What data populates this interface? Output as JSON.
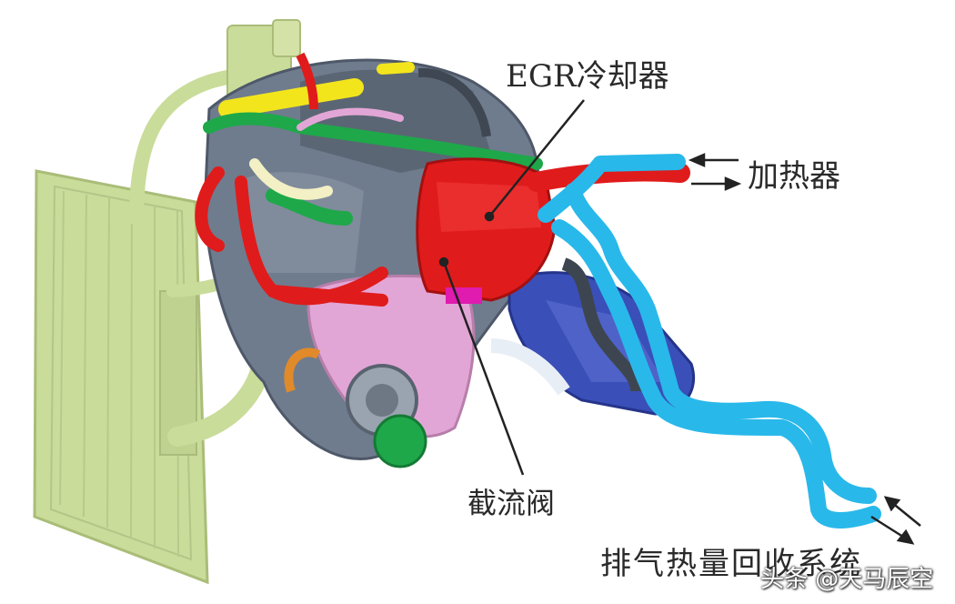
{
  "labels": {
    "egr_cooler": "EGR冷却器",
    "heater": "加热器",
    "throttle_valve": "截流阀",
    "exhaust_heat_recovery": "排气热量回收系统"
  },
  "watermark": "头条 @天马辰空",
  "colors": {
    "radiator": "#c9dc9a",
    "egr_cooler": "#e01b1b",
    "heater_hose": "#29b8ea",
    "engine_body": "#6f7c8e",
    "engine_cover": "#e2a6d6",
    "exhaust_unit": "#3a4fb8",
    "hose_green": "#1ea84a",
    "hose_yellow": "#f2e51c",
    "leader_line": "#222222"
  }
}
